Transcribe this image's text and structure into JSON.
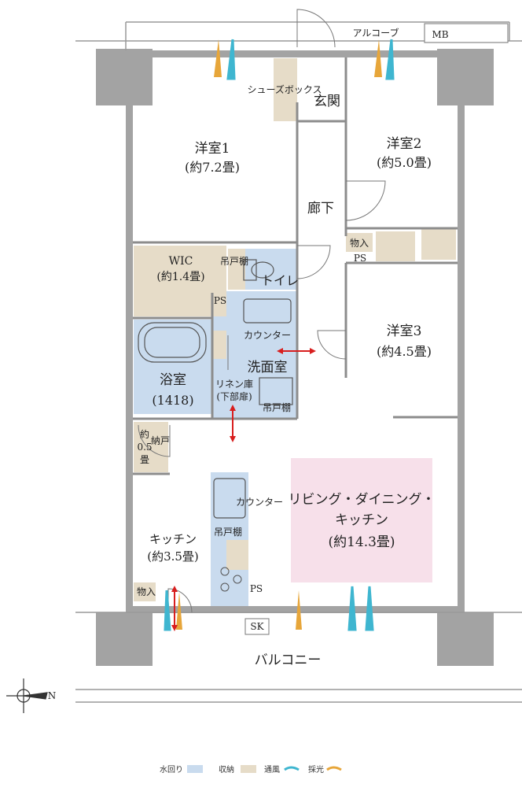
{
  "rooms": {
    "western1_name": "洋室1",
    "western1_size": "(約7.2畳)",
    "western2_name": "洋室2",
    "western2_size": "(約5.0畳)",
    "western3_name": "洋室3",
    "western3_size": "(約4.5畳)",
    "entrance": "玄関",
    "hallway": "廊下",
    "wic_name": "WIC",
    "wic_size": "(約1.4畳)",
    "toilet": "トイレ",
    "washroom": "洗面室",
    "counter_wash": "カウンター",
    "bath_name": "浴室",
    "bath_size": "(1418)",
    "linen_line1": "リネン庫",
    "linen_line2": "(下部扉)",
    "storage_line1": "約",
    "storage_line2": "0.5",
    "storage_line3": "畳",
    "storage_label": "納戸",
    "kitchen_name": "キッチン",
    "kitchen_size": "(約3.5畳)",
    "counter_kitchen": "カウンター",
    "ldk_line1": "リビング・ダイニング・",
    "ldk_line2": "キッチン",
    "ldk_size": "(約14.3畳)",
    "balcony": "バルコニー"
  },
  "fixtures": {
    "shoes_box": "シューズボックス",
    "alcove": "アルコーブ",
    "mb": "MB",
    "monoire": "物入",
    "monoire_bottom": "物入",
    "ps": "PS",
    "ps_wash": "PS",
    "ps_kitchen": "PS",
    "tsuridana_toilet": "吊戸棚",
    "tsuridana_wash": "吊戸棚",
    "tsuridana_kitchen": "吊戸棚",
    "sk": "SK"
  },
  "compass": {
    "north": "N"
  },
  "legend": {
    "water": "水回り",
    "storage": "収納",
    "ventilation": "通風",
    "daylight": "採光"
  },
  "colors": {
    "water": "#c9dbee",
    "storage": "#e6dcc8",
    "ldk": "#f7e0ea",
    "wall": "#a3a3a3",
    "ventilation": "#3fb6d0",
    "daylight": "#e7a63a",
    "arrow": "#d81e1e"
  }
}
